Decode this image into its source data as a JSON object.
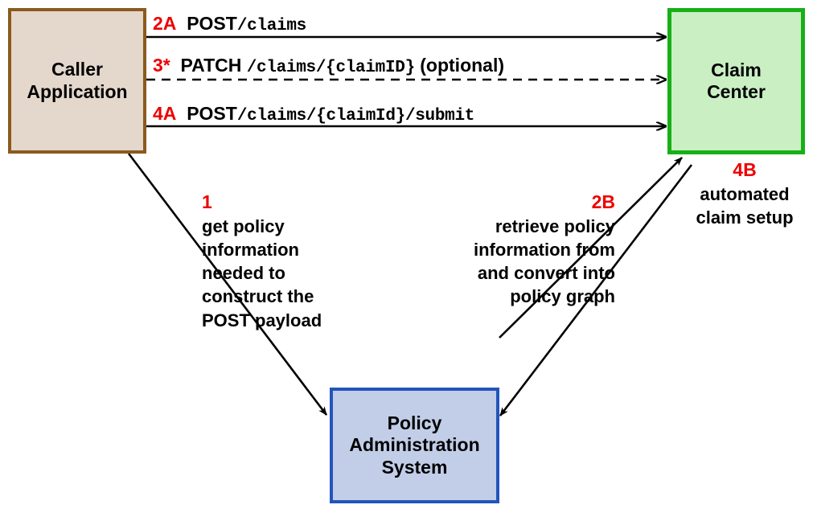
{
  "diagram": {
    "title": "Claim submission API flow",
    "nodes": [
      {
        "id": "caller",
        "label": "Caller\nApplication",
        "fill": "#E4D8CD",
        "stroke": "#8B5A1E"
      },
      {
        "id": "claimcenter",
        "label": "Claim\nCenter",
        "fill": "#C9EFC3",
        "stroke": "#17B017"
      },
      {
        "id": "policy",
        "label": "Policy\nAdministration\nSystem",
        "fill": "#C2CEE8",
        "stroke": "#2255BB"
      }
    ],
    "edge_labels": [
      {
        "id": "2a",
        "step": "2A",
        "method": "POST",
        "path": "/claims",
        "suffix": ""
      },
      {
        "id": "3",
        "step": "3*",
        "method": "PATCH",
        "path": "/claims/{claimID}",
        "suffix": "(optional)"
      },
      {
        "id": "4a",
        "step": "4A",
        "method": "POST",
        "path": "/claims/{claimId}/submit",
        "suffix": ""
      }
    ],
    "notes": [
      {
        "id": "1",
        "step": "1",
        "text": "get policy information needed to construct the POST payload"
      },
      {
        "id": "2b",
        "step": "2B",
        "text": "retrieve policy information from and convert into policy graph"
      },
      {
        "id": "4b",
        "step": "4B",
        "text": "automated claim setup"
      }
    ],
    "colors": {
      "step_number": "#EE0000",
      "line": "#000000",
      "background": "#FFFFFF"
    }
  }
}
